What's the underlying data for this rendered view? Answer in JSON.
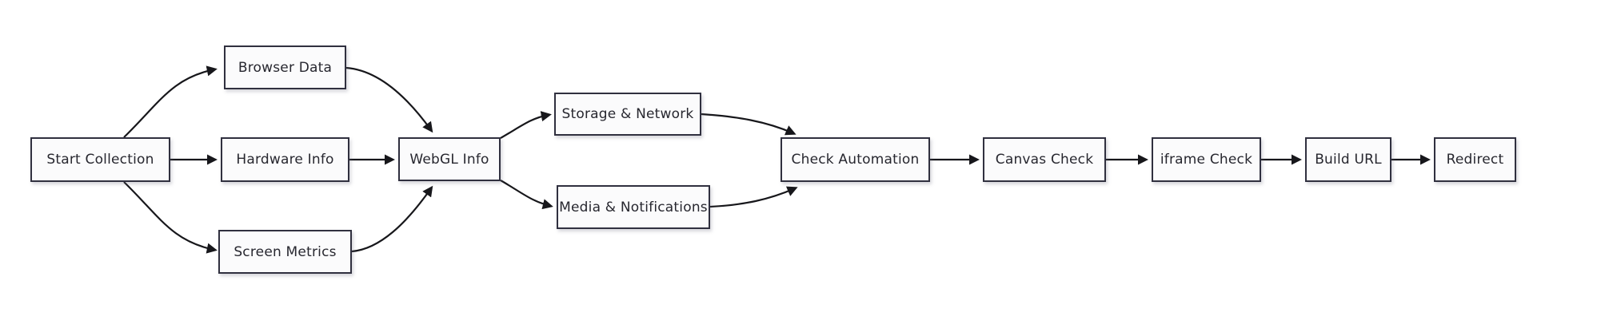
{
  "diagram": {
    "type": "flowchart",
    "direction": "left-to-right",
    "nodes": [
      {
        "id": "start-collection",
        "label": "Start Collection"
      },
      {
        "id": "browser-data",
        "label": "Browser Data"
      },
      {
        "id": "hardware-info",
        "label": "Hardware Info"
      },
      {
        "id": "screen-metrics",
        "label": "Screen Metrics"
      },
      {
        "id": "webgl-info",
        "label": "WebGL Info"
      },
      {
        "id": "storage-network",
        "label": "Storage & Network"
      },
      {
        "id": "media-notifications",
        "label": "Media & Notifications"
      },
      {
        "id": "check-automation",
        "label": "Check Automation"
      },
      {
        "id": "canvas-check",
        "label": "Canvas Check"
      },
      {
        "id": "iframe-check",
        "label": "iframe Check"
      },
      {
        "id": "build-url",
        "label": "Build URL"
      },
      {
        "id": "redirect",
        "label": "Redirect"
      }
    ],
    "edges": [
      {
        "from": "start-collection",
        "to": "browser-data"
      },
      {
        "from": "start-collection",
        "to": "hardware-info"
      },
      {
        "from": "start-collection",
        "to": "screen-metrics"
      },
      {
        "from": "browser-data",
        "to": "webgl-info"
      },
      {
        "from": "hardware-info",
        "to": "webgl-info"
      },
      {
        "from": "screen-metrics",
        "to": "webgl-info"
      },
      {
        "from": "webgl-info",
        "to": "storage-network"
      },
      {
        "from": "webgl-info",
        "to": "media-notifications"
      },
      {
        "from": "storage-network",
        "to": "check-automation"
      },
      {
        "from": "media-notifications",
        "to": "check-automation"
      },
      {
        "from": "check-automation",
        "to": "canvas-check"
      },
      {
        "from": "canvas-check",
        "to": "iframe-check"
      },
      {
        "from": "iframe-check",
        "to": "build-url"
      },
      {
        "from": "build-url",
        "to": "redirect"
      }
    ],
    "colors": {
      "background": "#ffffff",
      "node_fill": "#fbfbfc",
      "node_border": "#30303f",
      "arrow": "#17171b",
      "text": "#27272f"
    }
  }
}
